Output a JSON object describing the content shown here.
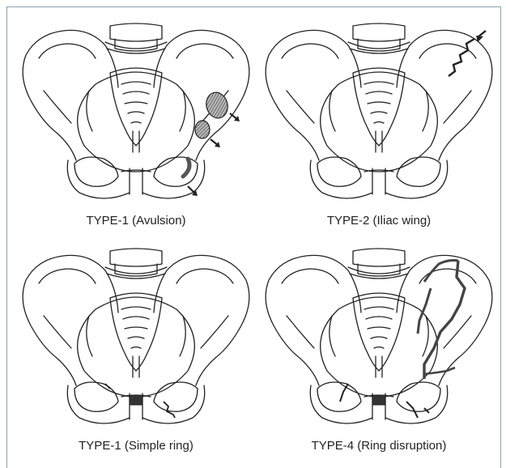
{
  "panels": [
    {
      "caption": "TYPE-1 (Avulsion)",
      "annotation": "avulsion fragments with arrows"
    },
    {
      "caption": "TYPE-2 (Iliac wing)",
      "annotation": "iliac wing fracture line with arrow"
    },
    {
      "caption": "TYPE-1 (Simple ring)",
      "annotation": "simple ring fractures"
    },
    {
      "caption": "TYPE-4 (Ring disruption)",
      "annotation": "ring disruption fractures"
    }
  ],
  "colors": {
    "stroke": "#222222",
    "fracture": "#555555",
    "border": "#8aa3ad"
  }
}
